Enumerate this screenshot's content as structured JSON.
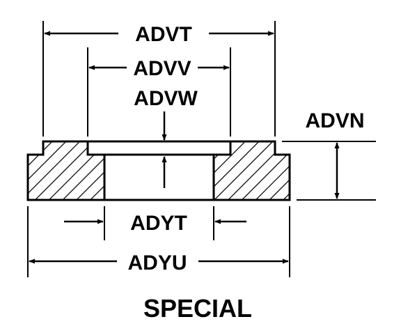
{
  "labels": {
    "advt": "ADVT",
    "advv": "ADVV",
    "advw": "ADVW",
    "advn": "ADVN",
    "adyt": "ADYT",
    "adyu": "ADYU"
  },
  "caption": "SPECIAL",
  "colors": {
    "ink": "#000000",
    "paper": "#ffffff"
  }
}
